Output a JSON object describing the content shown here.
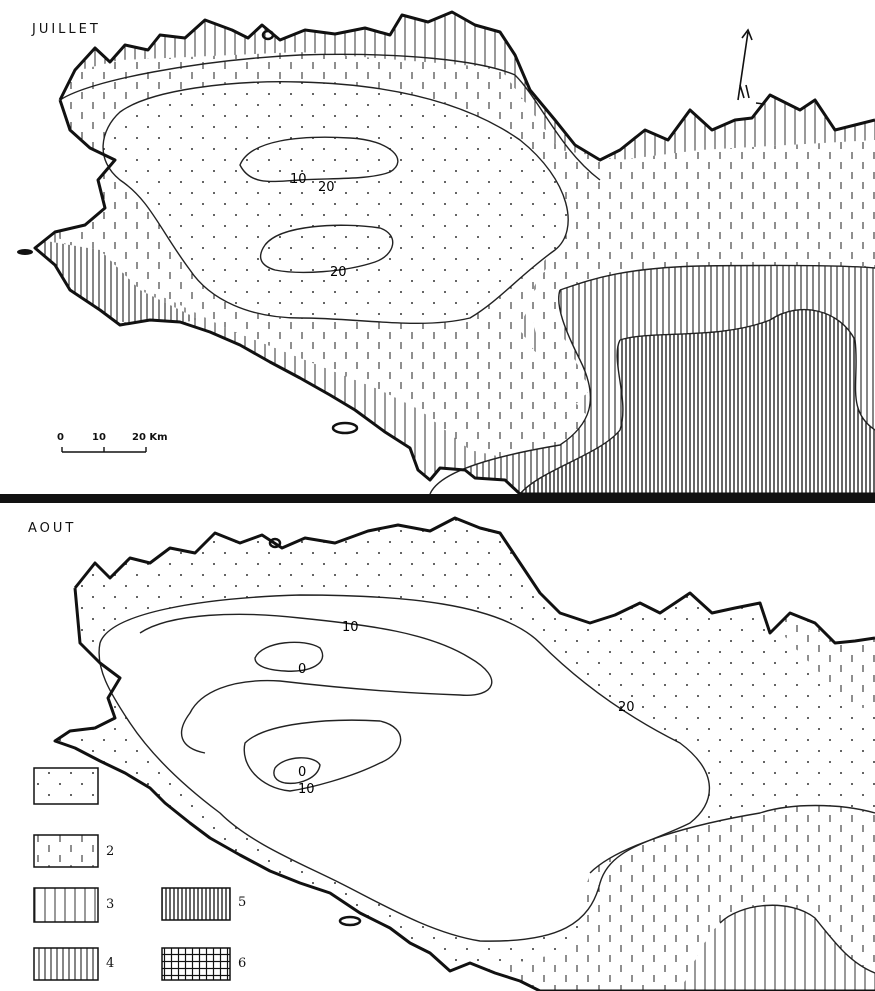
{
  "maps": [
    {
      "title": "JUILLET",
      "isolines": [
        "10",
        "20",
        "20"
      ],
      "scale": {
        "ticks": [
          "0",
          "10",
          "20 Km"
        ]
      },
      "north_arrow": true
    },
    {
      "title": "AOUT",
      "isolines": [
        "10",
        "0",
        "20",
        "0",
        "10"
      ]
    }
  ],
  "legend": [
    {
      "label": "",
      "pattern": "dots"
    },
    {
      "label": "2",
      "pattern": "dashes"
    },
    {
      "label": "3",
      "pattern": "sparse-vertical"
    },
    {
      "label": "4",
      "pattern": "dense-vertical"
    },
    {
      "label": "5",
      "pattern": "very-dense-vertical"
    },
    {
      "label": "6",
      "pattern": "grid"
    }
  ]
}
